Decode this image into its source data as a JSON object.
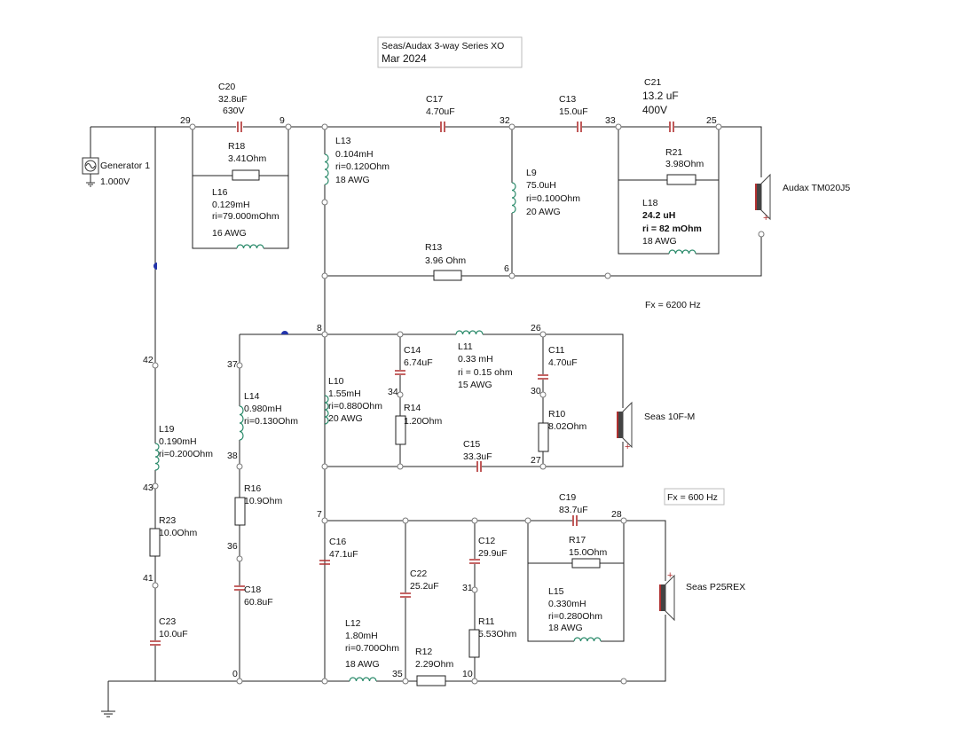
{
  "title": {
    "line1": "Seas/Audax 3-way Series XO",
    "line2": "Mar 2024"
  },
  "fx_high": "Fx =  6200 Hz",
  "fx_low": "Fx = 600 Hz",
  "generator": {
    "name": "Generator 1",
    "value": "1.000V"
  },
  "components": {
    "C20": {
      "name": "C20",
      "lines": [
        "32.8uF",
        "630V"
      ]
    },
    "C17": {
      "name": "C17",
      "lines": [
        "4.70uF"
      ]
    },
    "C13": {
      "name": "C13",
      "lines": [
        "15.0uF"
      ]
    },
    "C21": {
      "name": "C21",
      "lines": [
        "13.2 uF",
        "400V"
      ]
    },
    "R18": {
      "name": "R18",
      "lines": [
        "3.41Ohm"
      ]
    },
    "L16": {
      "name": "L16",
      "lines": [
        "0.129mH",
        "ri=79.000mOhm",
        "16 AWG"
      ]
    },
    "L13": {
      "name": "L13",
      "lines": [
        "0.104mH",
        "ri=0.120Ohm",
        "18 AWG"
      ]
    },
    "L9": {
      "name": "L9",
      "lines": [
        "75.0uH",
        "ri=0.100Ohm",
        "20 AWG"
      ]
    },
    "R21": {
      "name": "R21",
      "lines": [
        "3.98Ohm"
      ]
    },
    "L18": {
      "name": "L18",
      "lines": [
        "24.2 uH",
        "ri = 82 mOhm",
        "18 AWG"
      ]
    },
    "R13": {
      "name": "R13",
      "lines": [
        "3.96 Ohm"
      ]
    },
    "L10": {
      "name": "L10",
      "lines": [
        "1.55mH",
        "ri=0.880Ohm",
        "20 AWG"
      ]
    },
    "C14": {
      "name": "C14",
      "lines": [
        "6.74uF"
      ]
    },
    "R14": {
      "name": "R14",
      "lines": [
        "1.20Ohm"
      ]
    },
    "L11": {
      "name": "L11",
      "lines": [
        "0.33 mH",
        "ri = 0.15 ohm",
        "15 AWG"
      ]
    },
    "C11": {
      "name": "C11",
      "lines": [
        "4.70uF"
      ]
    },
    "R10": {
      "name": "R10",
      "lines": [
        "8.02Ohm"
      ]
    },
    "C15": {
      "name": "C15",
      "lines": [
        "33.3uF"
      ]
    },
    "L14": {
      "name": "L14",
      "lines": [
        "0.980mH",
        "ri=0.130Ohm"
      ]
    },
    "R16": {
      "name": "R16",
      "lines": [
        "10.9Ohm"
      ]
    },
    "C18": {
      "name": "C18",
      "lines": [
        "60.8uF"
      ]
    },
    "L19": {
      "name": "L19",
      "lines": [
        "0.190mH",
        "ri=0.200Ohm"
      ]
    },
    "R23": {
      "name": "R23",
      "lines": [
        "10.0Ohm"
      ]
    },
    "C23": {
      "name": "C23",
      "lines": [
        "10.0uF"
      ]
    },
    "C16": {
      "name": "C16",
      "lines": [
        "47.1uF"
      ]
    },
    "C22": {
      "name": "C22",
      "lines": [
        "25.2uF"
      ]
    },
    "C12": {
      "name": "C12",
      "lines": [
        "29.9uF"
      ]
    },
    "R11": {
      "name": "R11",
      "lines": [
        "5.53Ohm"
      ]
    },
    "L12": {
      "name": "L12",
      "lines": [
        "1.80mH",
        "ri=0.700Ohm",
        "18 AWG"
      ]
    },
    "R12": {
      "name": "R12",
      "lines": [
        "2.29Ohm"
      ]
    },
    "C19": {
      "name": "C19",
      "lines": [
        "83.7uF"
      ]
    },
    "R17": {
      "name": "R17",
      "lines": [
        "15.0Ohm"
      ]
    },
    "L15": {
      "name": "L15",
      "lines": [
        "0.330mH",
        "ri=0.280Ohm",
        "18 AWG"
      ]
    }
  },
  "speakers": {
    "tweeter": "Audax TM020J5",
    "mid": "Seas 10F-M",
    "woofer": "Seas P25REX"
  },
  "nodes": {
    "n29": "29",
    "n9": "9",
    "n32": "32",
    "n33": "33",
    "n25": "25",
    "n6": "6",
    "n8": "8",
    "n26": "26",
    "n34": "34",
    "n30": "30",
    "n27": "27",
    "n37": "37",
    "n38": "38",
    "n36": "36",
    "n0": "0",
    "n42": "42",
    "n43": "43",
    "n41": "41",
    "n7": "7",
    "n31": "31",
    "n35": "35",
    "n10": "10",
    "n28": "28"
  }
}
